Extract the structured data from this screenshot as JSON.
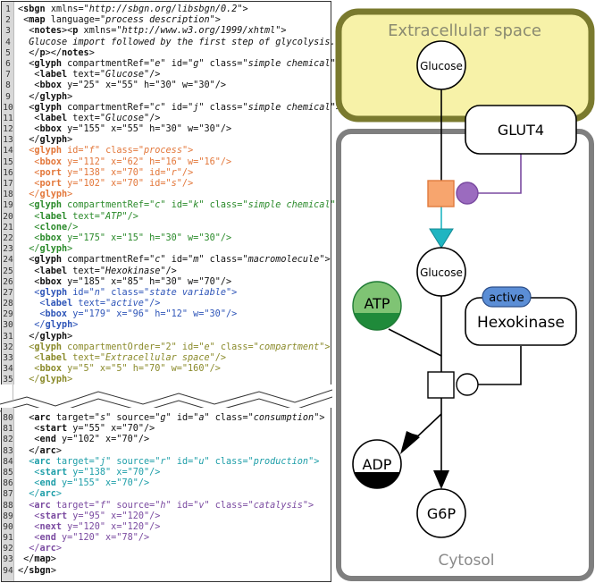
{
  "code_top": [
    {
      "n": "1",
      "color": "black",
      "parts": [
        [
          "t",
          "<"
        ],
        [
          "b",
          "sbgn"
        ],
        [
          "t",
          " xmlns=\""
        ],
        [
          "i",
          "http://sbgn.org/libsbgn/0.2"
        ],
        [
          "t",
          "\">"
        ]
      ],
      "indent": 0
    },
    {
      "n": "2",
      "color": "black",
      "parts": [
        [
          "t",
          "<"
        ],
        [
          "b",
          "map"
        ],
        [
          "t",
          " language=\""
        ],
        [
          "i",
          "process description"
        ],
        [
          "t",
          "\">"
        ]
      ],
      "indent": 1
    },
    {
      "n": "3",
      "color": "black",
      "parts": [
        [
          "t",
          "<"
        ],
        [
          "b",
          "notes"
        ],
        [
          "t",
          "><"
        ],
        [
          "b",
          "p"
        ],
        [
          "t",
          " xmlns=\""
        ],
        [
          "i",
          "http://www.w3.org/1999/xhtml"
        ],
        [
          "t",
          "\">"
        ]
      ],
      "indent": 2
    },
    {
      "n": "4",
      "color": "black",
      "parts": [
        [
          "i",
          "Glucose import followed by the first step of glycolysis."
        ]
      ],
      "indent": 2
    },
    {
      "n": "5",
      "color": "black",
      "parts": [
        [
          "t",
          "</"
        ],
        [
          "b",
          "p"
        ],
        [
          "t",
          "></"
        ],
        [
          "b",
          "notes"
        ],
        [
          "t",
          ">"
        ]
      ],
      "indent": 2
    },
    {
      "n": "6",
      "color": "black",
      "parts": [
        [
          "t",
          "<"
        ],
        [
          "b",
          "glyph"
        ],
        [
          "t",
          " compartmentRef=\""
        ],
        [
          "i",
          "e"
        ],
        [
          "t",
          "\" id=\""
        ],
        [
          "i",
          "g"
        ],
        [
          "t",
          "\" class=\""
        ],
        [
          "i",
          "simple chemical"
        ],
        [
          "t",
          "\">"
        ]
      ],
      "indent": 2
    },
    {
      "n": "7",
      "color": "black",
      "parts": [
        [
          "t",
          "<"
        ],
        [
          "b",
          "label"
        ],
        [
          "t",
          " text=\""
        ],
        [
          "i",
          "Glucose"
        ],
        [
          "t",
          "\"/>"
        ]
      ],
      "indent": 3
    },
    {
      "n": "8",
      "color": "black",
      "parts": [
        [
          "t",
          "<"
        ],
        [
          "b",
          "bbox"
        ],
        [
          "t",
          " y=\"25\" x=\"55\" h=\"30\" w=\"30\"/>"
        ]
      ],
      "indent": 3
    },
    {
      "n": "9",
      "color": "black",
      "parts": [
        [
          "t",
          "</"
        ],
        [
          "b",
          "glyph"
        ],
        [
          "t",
          ">"
        ]
      ],
      "indent": 2
    },
    {
      "n": "10",
      "color": "black",
      "parts": [
        [
          "t",
          "<"
        ],
        [
          "b",
          "glyph"
        ],
        [
          "t",
          " compartmentRef=\""
        ],
        [
          "i",
          "c"
        ],
        [
          "t",
          "\" id=\""
        ],
        [
          "i",
          "j"
        ],
        [
          "t",
          "\" class=\""
        ],
        [
          "i",
          "simple chemical"
        ],
        [
          "t",
          "\">"
        ]
      ],
      "indent": 2
    },
    {
      "n": "11",
      "color": "black",
      "parts": [
        [
          "t",
          "<"
        ],
        [
          "b",
          "label"
        ],
        [
          "t",
          " text=\""
        ],
        [
          "i",
          "Glucose"
        ],
        [
          "t",
          "\"/>"
        ]
      ],
      "indent": 3
    },
    {
      "n": "12",
      "color": "black",
      "parts": [
        [
          "t",
          "<"
        ],
        [
          "b",
          "bbox"
        ],
        [
          "t",
          " y=\"155\" x=\"55\" h=\"30\" w=\"30\"/>"
        ]
      ],
      "indent": 3
    },
    {
      "n": "13",
      "color": "black",
      "parts": [
        [
          "t",
          "</"
        ],
        [
          "b",
          "glyph"
        ],
        [
          "t",
          ">"
        ]
      ],
      "indent": 2
    },
    {
      "n": "14",
      "color": "orange",
      "parts": [
        [
          "t",
          "<"
        ],
        [
          "b",
          "glyph"
        ],
        [
          "t",
          " id=\""
        ],
        [
          "i",
          "f"
        ],
        [
          "t",
          "\" class=\""
        ],
        [
          "i",
          "process"
        ],
        [
          "t",
          "\">"
        ]
      ],
      "indent": 2
    },
    {
      "n": "15",
      "color": "orange",
      "parts": [
        [
          "t",
          "<"
        ],
        [
          "b",
          "bbox"
        ],
        [
          "t",
          " y=\"112\" x=\"62\" h=\"16\" w=\"16\"/>"
        ]
      ],
      "indent": 3
    },
    {
      "n": "16",
      "color": "orange",
      "parts": [
        [
          "t",
          "<"
        ],
        [
          "b",
          "port"
        ],
        [
          "t",
          " y=\"138\" x=\"70\" id=\""
        ],
        [
          "i",
          "r"
        ],
        [
          "t",
          "\"/>"
        ]
      ],
      "indent": 3
    },
    {
      "n": "17",
      "color": "orange",
      "parts": [
        [
          "t",
          "<"
        ],
        [
          "b",
          "port"
        ],
        [
          "t",
          " y=\"102\" x=\"70\" id=\""
        ],
        [
          "i",
          "s"
        ],
        [
          "t",
          "\"/>"
        ]
      ],
      "indent": 3
    },
    {
      "n": "18",
      "color": "orange",
      "parts": [
        [
          "t",
          "</"
        ],
        [
          "b",
          "glyph"
        ],
        [
          "t",
          ">"
        ]
      ],
      "indent": 2
    },
    {
      "n": "19",
      "color": "green",
      "parts": [
        [
          "t",
          "<"
        ],
        [
          "b",
          "glyph"
        ],
        [
          "t",
          " compartmentRef=\""
        ],
        [
          "i",
          "c"
        ],
        [
          "t",
          "\" id=\""
        ],
        [
          "i",
          "k"
        ],
        [
          "t",
          "\" class=\""
        ],
        [
          "i",
          "simple chemical"
        ],
        [
          "t",
          "\">"
        ]
      ],
      "indent": 2
    },
    {
      "n": "20",
      "color": "green",
      "parts": [
        [
          "t",
          "<"
        ],
        [
          "b",
          "label"
        ],
        [
          "t",
          " text=\""
        ],
        [
          "i",
          "ATP"
        ],
        [
          "t",
          "\"/>"
        ]
      ],
      "indent": 3
    },
    {
      "n": "21",
      "color": "green",
      "parts": [
        [
          "t",
          "<"
        ],
        [
          "b",
          "clone"
        ],
        [
          "t",
          "/>"
        ]
      ],
      "indent": 3
    },
    {
      "n": "22",
      "color": "green",
      "parts": [
        [
          "t",
          "<"
        ],
        [
          "b",
          "bbox"
        ],
        [
          "t",
          " y=\"175\" x=\"15\" h=\"30\" w=\"30\"/>"
        ]
      ],
      "indent": 3
    },
    {
      "n": "23",
      "color": "green",
      "parts": [
        [
          "t",
          "</"
        ],
        [
          "b",
          "glyph"
        ],
        [
          "t",
          ">"
        ]
      ],
      "indent": 2
    },
    {
      "n": "24",
      "color": "black",
      "parts": [
        [
          "t",
          "<"
        ],
        [
          "b",
          "glyph"
        ],
        [
          "t",
          " compartmentRef=\""
        ],
        [
          "i",
          "c"
        ],
        [
          "t",
          "\" id=\""
        ],
        [
          "i",
          "m"
        ],
        [
          "t",
          "\" class=\""
        ],
        [
          "i",
          "macromolecule"
        ],
        [
          "t",
          "\">"
        ]
      ],
      "indent": 2
    },
    {
      "n": "25",
      "color": "black",
      "parts": [
        [
          "t",
          "<"
        ],
        [
          "b",
          "label"
        ],
        [
          "t",
          " text=\""
        ],
        [
          "i",
          "Hexokinase"
        ],
        [
          "t",
          "\"/>"
        ]
      ],
      "indent": 3
    },
    {
      "n": "26",
      "color": "black",
      "parts": [
        [
          "t",
          "<"
        ],
        [
          "b",
          "bbox"
        ],
        [
          "t",
          " y=\"185\" x=\"85\" h=\"30\" w=\"70\"/>"
        ]
      ],
      "indent": 3
    },
    {
      "n": "27",
      "color": "blue",
      "parts": [
        [
          "t",
          "<"
        ],
        [
          "b",
          "glyph"
        ],
        [
          "t",
          " id=\""
        ],
        [
          "i",
          "n"
        ],
        [
          "t",
          "\" class=\""
        ],
        [
          "i",
          "state variable"
        ],
        [
          "t",
          "\">"
        ]
      ],
      "indent": 3
    },
    {
      "n": "28",
      "color": "blue",
      "parts": [
        [
          "t",
          "<"
        ],
        [
          "b",
          "label"
        ],
        [
          "t",
          " text=\""
        ],
        [
          "i",
          "active"
        ],
        [
          "t",
          "\"/>"
        ]
      ],
      "indent": 4
    },
    {
      "n": "29",
      "color": "blue",
      "parts": [
        [
          "t",
          "<"
        ],
        [
          "b",
          "bbox"
        ],
        [
          "t",
          " y=\"179\" x=\"96\" h=\"12\" w=\"30\"/>"
        ]
      ],
      "indent": 4
    },
    {
      "n": "30",
      "color": "blue",
      "parts": [
        [
          "t",
          "</"
        ],
        [
          "b",
          "glyph"
        ],
        [
          "t",
          ">"
        ]
      ],
      "indent": 3
    },
    {
      "n": "31",
      "color": "black",
      "parts": [
        [
          "t",
          "</"
        ],
        [
          "b",
          "glyph"
        ],
        [
          "t",
          ">"
        ]
      ],
      "indent": 2
    },
    {
      "n": "32",
      "color": "olive",
      "parts": [
        [
          "t",
          "<"
        ],
        [
          "b",
          "glyph"
        ],
        [
          "t",
          " compartmentOrder=\"2\" id=\""
        ],
        [
          "i",
          "e"
        ],
        [
          "t",
          "\" class=\""
        ],
        [
          "i",
          "compartment"
        ],
        [
          "t",
          "\">"
        ]
      ],
      "indent": 2
    },
    {
      "n": "33",
      "color": "olive",
      "parts": [
        [
          "t",
          "<"
        ],
        [
          "b",
          "label"
        ],
        [
          "t",
          " text=\""
        ],
        [
          "i",
          "Extracellular space"
        ],
        [
          "t",
          "\"/>"
        ]
      ],
      "indent": 3
    },
    {
      "n": "34",
      "color": "olive",
      "parts": [
        [
          "t",
          "<"
        ],
        [
          "b",
          "bbox"
        ],
        [
          "t",
          " y=\"5\" x=\"5\" h=\"70\" w=\"160\"/>"
        ]
      ],
      "indent": 3
    },
    {
      "n": "35",
      "color": "olive",
      "parts": [
        [
          "t",
          "</"
        ],
        [
          "b",
          "glyph"
        ],
        [
          "t",
          ">"
        ]
      ],
      "indent": 2
    }
  ],
  "code_bottom": [
    {
      "n": "80",
      "color": "black",
      "parts": [
        [
          "t",
          "<"
        ],
        [
          "b",
          "arc"
        ],
        [
          "t",
          " target=\""
        ],
        [
          "i",
          "s"
        ],
        [
          "t",
          "\" source=\""
        ],
        [
          "i",
          "g"
        ],
        [
          "t",
          "\" id=\""
        ],
        [
          "i",
          "a"
        ],
        [
          "t",
          "\" class=\""
        ],
        [
          "i",
          "consumption"
        ],
        [
          "t",
          "\">"
        ]
      ],
      "indent": 2
    },
    {
      "n": "81",
      "color": "black",
      "parts": [
        [
          "t",
          "<"
        ],
        [
          "b",
          "start"
        ],
        [
          "t",
          " y=\"55\" x=\"70\"/>"
        ]
      ],
      "indent": 3
    },
    {
      "n": "82",
      "color": "black",
      "parts": [
        [
          "t",
          "<"
        ],
        [
          "b",
          "end"
        ],
        [
          "t",
          " y=\"102\" x=\"70\"/>"
        ]
      ],
      "indent": 3
    },
    {
      "n": "83",
      "color": "black",
      "parts": [
        [
          "t",
          "</"
        ],
        [
          "b",
          "arc"
        ],
        [
          "t",
          ">"
        ]
      ],
      "indent": 2
    },
    {
      "n": "84",
      "color": "teal",
      "parts": [
        [
          "t",
          "<"
        ],
        [
          "b",
          "arc"
        ],
        [
          "t",
          " target=\""
        ],
        [
          "i",
          "j"
        ],
        [
          "t",
          "\" source=\""
        ],
        [
          "i",
          "r"
        ],
        [
          "t",
          "\" id=\""
        ],
        [
          "i",
          "u"
        ],
        [
          "t",
          "\" class=\""
        ],
        [
          "i",
          "production"
        ],
        [
          "t",
          "\">"
        ]
      ],
      "indent": 2
    },
    {
      "n": "85",
      "color": "teal",
      "parts": [
        [
          "t",
          "<"
        ],
        [
          "b",
          "start"
        ],
        [
          "t",
          " y=\"138\" x=\"70\"/>"
        ]
      ],
      "indent": 3
    },
    {
      "n": "86",
      "color": "teal",
      "parts": [
        [
          "t",
          "<"
        ],
        [
          "b",
          "end"
        ],
        [
          "t",
          " y=\"155\" x=\"70\"/>"
        ]
      ],
      "indent": 3
    },
    {
      "n": "87",
      "color": "teal",
      "parts": [
        [
          "t",
          "</"
        ],
        [
          "b",
          "arc"
        ],
        [
          "t",
          ">"
        ]
      ],
      "indent": 2
    },
    {
      "n": "88",
      "color": "purple",
      "parts": [
        [
          "t",
          "<"
        ],
        [
          "b",
          "arc"
        ],
        [
          "t",
          " target=\""
        ],
        [
          "i",
          "f"
        ],
        [
          "t",
          "\" source=\""
        ],
        [
          "i",
          "h"
        ],
        [
          "t",
          "\" id=\""
        ],
        [
          "i",
          "v"
        ],
        [
          "t",
          "\" class=\""
        ],
        [
          "i",
          "catalysis"
        ],
        [
          "t",
          "\">"
        ]
      ],
      "indent": 2
    },
    {
      "n": "89",
      "color": "purple",
      "parts": [
        [
          "t",
          "<"
        ],
        [
          "b",
          "start"
        ],
        [
          "t",
          " y=\"95\" x=\"120\"/>"
        ]
      ],
      "indent": 3
    },
    {
      "n": "90",
      "color": "purple",
      "parts": [
        [
          "t",
          "<"
        ],
        [
          "b",
          "next"
        ],
        [
          "t",
          " y=\"120\" x=\"120\"/>"
        ]
      ],
      "indent": 3
    },
    {
      "n": "91",
      "color": "purple",
      "parts": [
        [
          "t",
          "<"
        ],
        [
          "b",
          "end"
        ],
        [
          "t",
          " y=\"120\" x=\"78\"/>"
        ]
      ],
      "indent": 3
    },
    {
      "n": "92",
      "color": "purple",
      "parts": [
        [
          "t",
          "</"
        ],
        [
          "b",
          "arc"
        ],
        [
          "t",
          ">"
        ]
      ],
      "indent": 2
    },
    {
      "n": "93",
      "color": "black",
      "parts": [
        [
          "t",
          "</"
        ],
        [
          "b",
          "map"
        ],
        [
          "t",
          ">"
        ]
      ],
      "indent": 1
    },
    {
      "n": "94",
      "color": "black",
      "parts": [
        [
          "t",
          "</"
        ],
        [
          "b",
          "sbgn"
        ],
        [
          "t",
          ">"
        ]
      ],
      "indent": 0
    }
  ],
  "diagram": {
    "compartments": {
      "extracellular": {
        "label": "Extracellular space",
        "fill": "#f7f2a8",
        "stroke": "#7a7a2e",
        "label_color": "#8a8a70"
      },
      "cytosol": {
        "label": "Cytosol",
        "fill": "#ffffff",
        "stroke": "#7f7f7f",
        "label_color": "#8a8a8a"
      }
    },
    "nodes": {
      "glucose_out": {
        "label": "Glucose"
      },
      "glut4": {
        "label": "GLUT4"
      },
      "glucose_in": {
        "label": "Glucose"
      },
      "atp": {
        "label": "ATP",
        "fill_top": "#7fc474",
        "fill_bottom": "#1f8a3a"
      },
      "hexokinase": {
        "label": "Hexokinase"
      },
      "state_active": {
        "label": "active",
        "fill": "#5b8ed6"
      },
      "adp": {
        "label": "ADP"
      },
      "g6p": {
        "label": "G6P"
      }
    },
    "colors": {
      "process1_fill": "#f7a56e",
      "process1_stroke": "#e07a3c",
      "catalysis1": "#9b6bbf",
      "catalysis1_stroke": "#7a4aa0",
      "production1": "#1fb5c1"
    }
  }
}
